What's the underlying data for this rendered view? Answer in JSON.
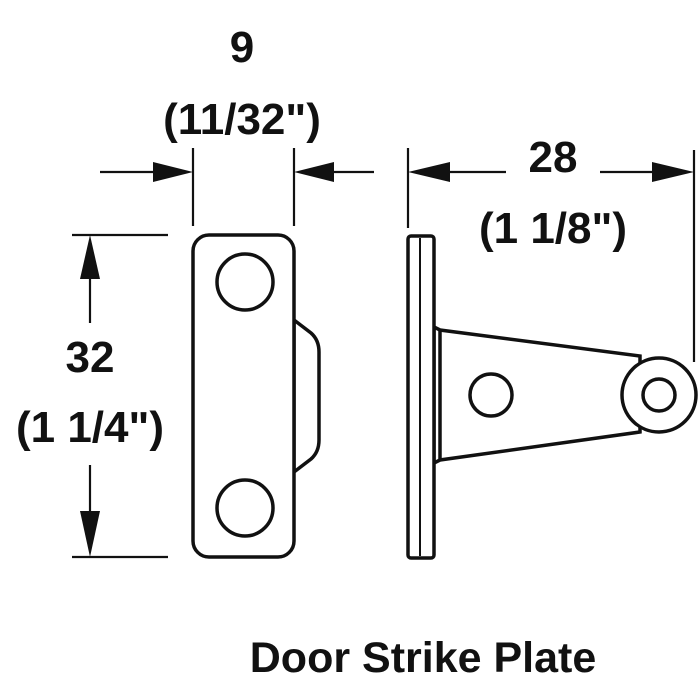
{
  "dimensions": {
    "width_mm": "9",
    "width_in": "(11/32\")",
    "height_mm": "32",
    "height_in": "(1 1/4\")",
    "depth_mm": "28",
    "depth_in": "(1 1/8\")"
  },
  "caption": "Door Strike Plate",
  "colors": {
    "ink": "#111111",
    "part_fill": "#ffffff"
  }
}
